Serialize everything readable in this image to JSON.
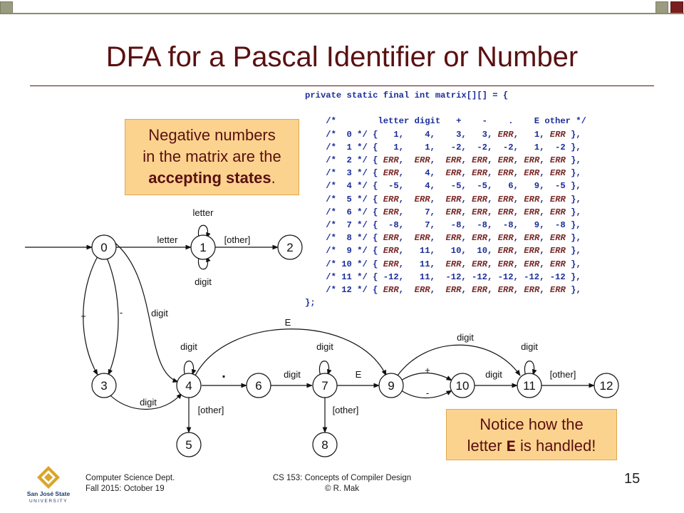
{
  "slide": {
    "title": "DFA for a Pascal Identifier or Number",
    "page_number": "15"
  },
  "code": {
    "lines": [
      "private static final int matrix[][] = {",
      "",
      "    /*        letter digit   +    -    .    E other */",
      "    /*  0 */ {   1,    4,    3,   3, ERR,   1, ERR },",
      "    /*  1 */ {   1,    1,   -2,  -2,  -2,   1,  -2 },",
      "    /*  2 */ { ERR,  ERR,  ERR, ERR, ERR, ERR, ERR },",
      "    /*  3 */ { ERR,    4,  ERR, ERR, ERR, ERR, ERR },",
      "    /*  4 */ {  -5,    4,   -5,  -5,   6,   9,  -5 },",
      "    /*  5 */ { ERR,  ERR,  ERR, ERR, ERR, ERR, ERR },",
      "    /*  6 */ { ERR,    7,  ERR, ERR, ERR, ERR, ERR },",
      "    /*  7 */ {  -8,    7,   -8,  -8,  -8,   9,  -8 },",
      "    /*  8 */ { ERR,  ERR,  ERR, ERR, ERR, ERR, ERR },",
      "    /*  9 */ { ERR,   11,   10,  10, ERR, ERR, ERR },",
      "    /* 10 */ { ERR,   11,  ERR, ERR, ERR, ERR, ERR },",
      "    /* 11 */ { -12,   11,  -12, -12, -12, -12, -12 },",
      "    /* 12 */ { ERR,  ERR,  ERR, ERR, ERR, ERR, ERR },",
      "};"
    ]
  },
  "notes": {
    "negative": {
      "line1": "Negative numbers",
      "line2": "in the matrix are the",
      "bold": "accepting states",
      "tail": "."
    },
    "e_letter": {
      "line1": "Notice how the",
      "pre": "letter ",
      "code": "E",
      "post": " is handled!"
    }
  },
  "diagram": {
    "states": [
      "0",
      "1",
      "2",
      "3",
      "4",
      "5",
      "6",
      "7",
      "8",
      "9",
      "10",
      "11",
      "12"
    ],
    "labels": {
      "letter_loop": "letter",
      "letter_0_1": "letter",
      "other_1_2": "[other]",
      "digit_loop_1": "digit",
      "plus_0_3": "+",
      "minus_0_3": "-",
      "digit_0_4": "digit",
      "digit_3_4": "digit",
      "digit_loop_4": "digit",
      "dot_4_6": ".",
      "other_4_5": "[other]",
      "digit_6_7": "digit",
      "digit_loop_7": "digit",
      "other_7_8": "[other]",
      "e_4_9": "E",
      "e_7_9": "E",
      "plus_9_10": "+",
      "minus_9_10": "-",
      "digit_9_11": "digit",
      "digit_10_11": "digit",
      "digit_loop_11": "digit",
      "other_11_12": "[other]"
    }
  },
  "footer": {
    "dept": "Computer Science Dept.",
    "term": "Fall 2015: October 19",
    "course": "CS 153: Concepts of Compiler Design",
    "author": "© R. Mak",
    "logo_line1": "San José State",
    "logo_line2": "UNIVERSITY"
  }
}
